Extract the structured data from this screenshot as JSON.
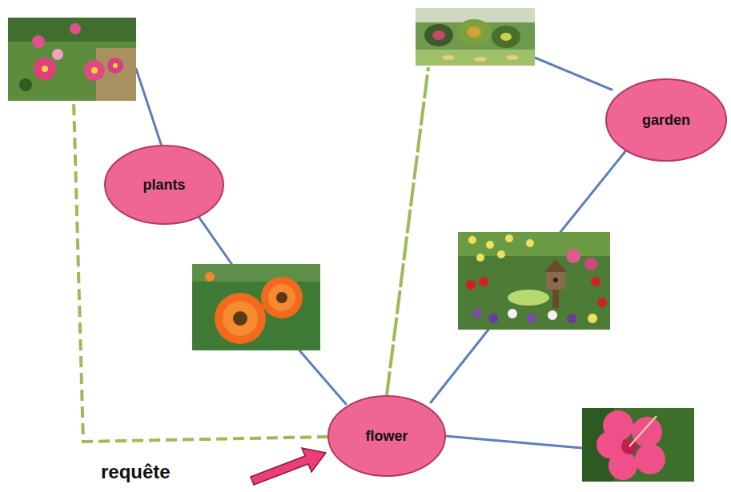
{
  "diagram": {
    "nodes": [
      {
        "text": [
          "plants"
        ]
      },
      {
        "text": [
          "garden"
        ]
      },
      {
        "text": [
          "flower"
        ]
      }
    ],
    "labels": [
      "requête"
    ]
  }
}
